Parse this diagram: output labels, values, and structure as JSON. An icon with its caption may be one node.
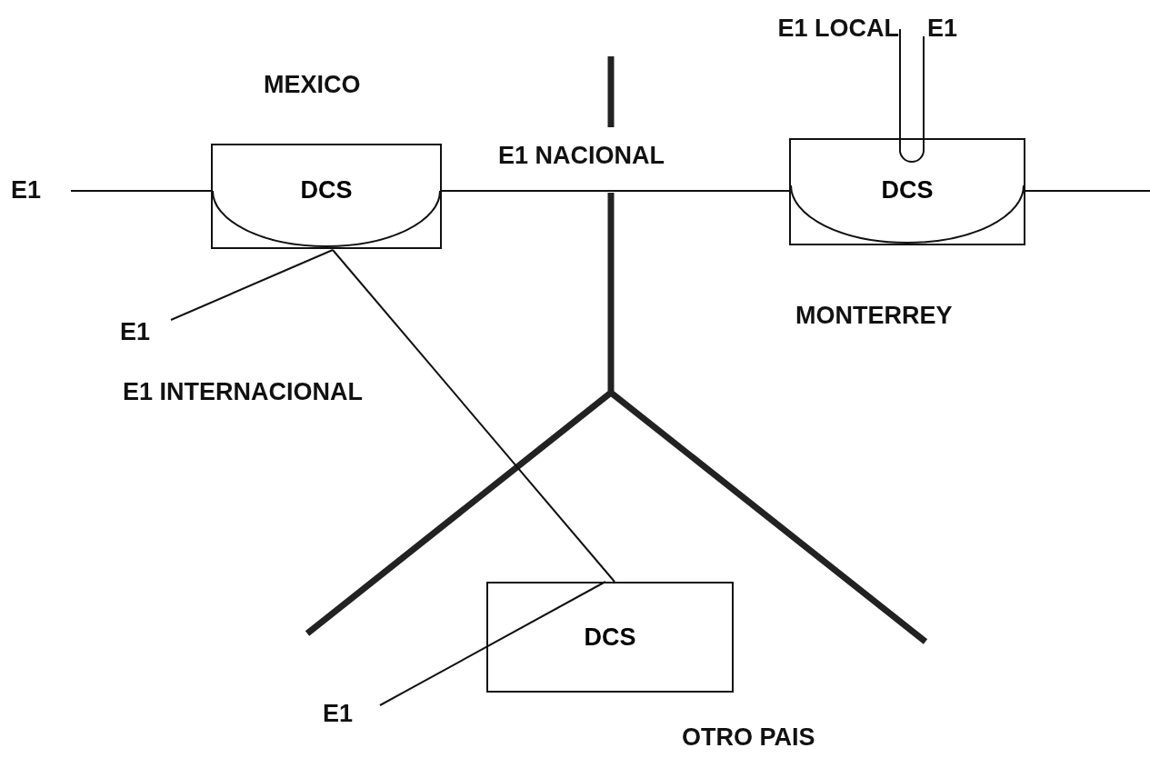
{
  "diagram": {
    "nodes": [
      {
        "text": [
          "DCS"
        ],
        "beside": [
          "MEXICO"
        ]
      },
      {
        "text": [
          "DCS"
        ],
        "beside": [
          "MONTERREY"
        ]
      },
      {
        "text": [
          "DCS"
        ],
        "beside": [
          "OTRO PAIS"
        ]
      },
      {
        "text": [
          "E1"
        ]
      },
      {
        "text": [
          "E1"
        ]
      },
      {
        "text": [
          "E1 LOCAL"
        ]
      },
      {
        "text": [
          "E1"
        ]
      },
      {
        "text": [
          "E1"
        ]
      }
    ],
    "edges": [
      {
        "from": 3,
        "to": 0,
        "arrow": "none"
      },
      {
        "from": 0,
        "to": 1,
        "arrow": "none",
        "label": "E1 NACIONAL"
      },
      {
        "from": 1,
        "to": null,
        "arrow": "none"
      },
      {
        "from": 4,
        "to": 0,
        "arrow": "none"
      },
      {
        "from": 0,
        "to": 2,
        "arrow": "none"
      },
      {
        "from": 5,
        "to": 1,
        "arrow": "none"
      },
      {
        "from": 6,
        "to": 1,
        "arrow": "none"
      },
      {
        "from": 7,
        "to": 2,
        "arrow": "none"
      }
    ],
    "labels": [
      "E1 INTERNACIONAL"
    ]
  }
}
